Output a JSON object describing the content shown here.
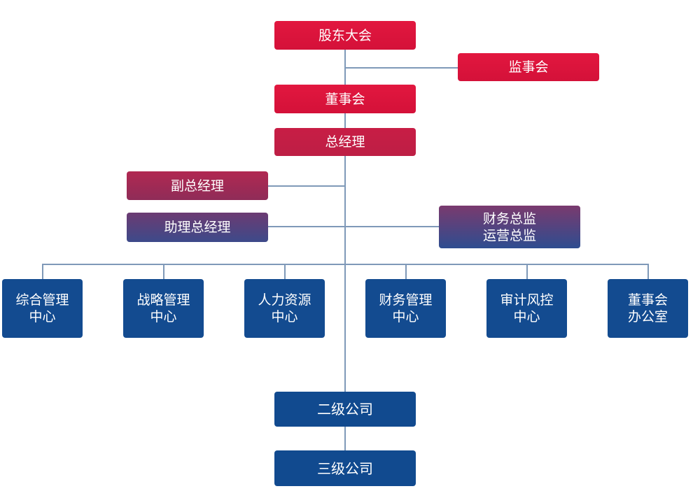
{
  "nodes": {
    "shareholders_meeting": "股东大会",
    "supervisory_board": "监事会",
    "board_of_directors": "董事会",
    "general_manager": "总经理",
    "deputy_general_manager": "副总经理",
    "assistant_general_manager": "助理总经理",
    "finance_operations_director": [
      "财务总监",
      "运营总监"
    ],
    "departments": [
      [
        "综合管理",
        "中心"
      ],
      [
        "战略管理",
        "中心"
      ],
      [
        "人力资源",
        "中心"
      ],
      [
        "财务管理",
        "中心"
      ],
      [
        "审计风控",
        "中心"
      ],
      [
        "董事会",
        "办公室"
      ]
    ],
    "secondary_company": "二级公司",
    "tertiary_company": "三级公司"
  },
  "colors": {
    "top_red": "#e2173f",
    "mid_red": "#c81d45",
    "maroon": "#9b2b56",
    "purple": "#5a3f7e",
    "blue": "#134b90",
    "line": "#7f99b8"
  }
}
